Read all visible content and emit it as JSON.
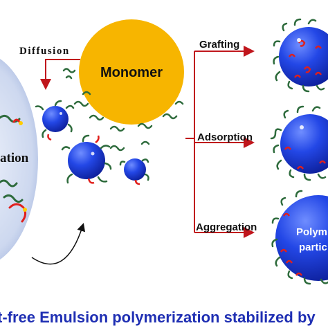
{
  "labels": {
    "diffusion": "Diffusion",
    "monomer": "Monomer",
    "nucleation_fragment": "ation",
    "grafting": "Grafting",
    "adsorption": "Adsorption",
    "aggregation": "Aggregation",
    "polymer_particle_line1": "Polym",
    "polymer_particle_line2": "partic",
    "caption": "t-free Emulsion polymerization stabilized by"
  },
  "colors": {
    "monomer": "#f7b500",
    "particle": "#1e3fd6",
    "particle_highlight": "#8aa8ff",
    "micelle_bg": "#c7d3ee",
    "arrow": "#c0161c",
    "caption": "#1f2fb3",
    "chain_green": "#2e6b3c",
    "chain_red": "#e0201c",
    "end_yellow": "#ffcc00"
  }
}
